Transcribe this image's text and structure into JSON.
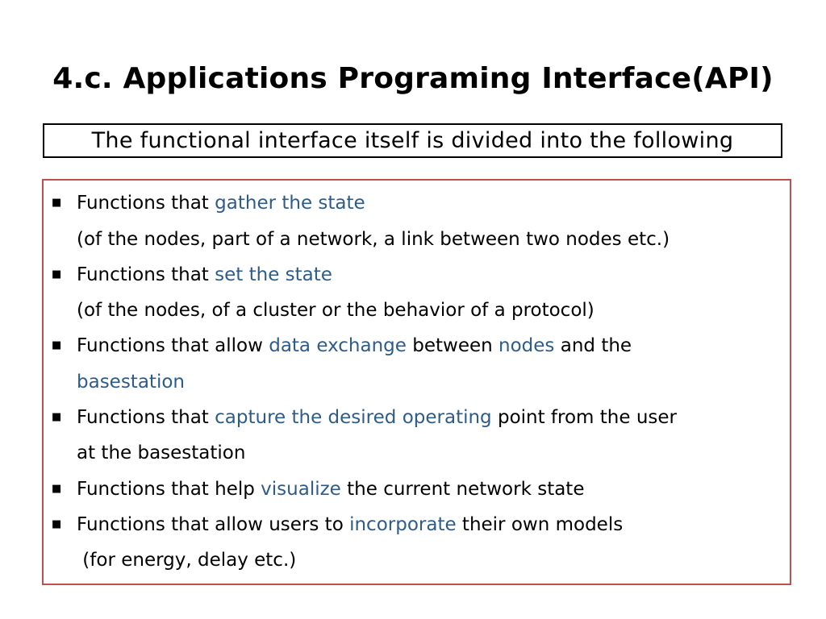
{
  "slide": {
    "title": "4.c. Applications Programing Interface(API)",
    "subtitle": "The functional interface itself is divided into the following"
  },
  "bullet_glyph": "■",
  "items": [
    {
      "prefix": "Functions that ",
      "hl1": "gather the state"
    },
    {
      "sub": "(of the nodes, part of a network, a link between two nodes etc.)"
    },
    {
      "prefix": "Functions that ",
      "hl1": "set the state"
    },
    {
      "sub": "(of the nodes, of a cluster or the behavior of a protocol)"
    },
    {
      "prefix": "Functions that allow ",
      "hl1": "data exchange",
      "mid": " between ",
      "hl2": "nodes",
      "suffix": " and the"
    },
    {
      "hl1": "basestation"
    },
    {
      "prefix": "Functions that ",
      "hl1": "capture the desired operating",
      "suffix": " point from the user"
    },
    {
      "sub": "at the basestation"
    },
    {
      "prefix": "Functions that help ",
      "hl1": "visualize",
      "suffix": " the current network state"
    },
    {
      "prefix": "Functions that allow users to ",
      "hl1": "incorporate",
      "suffix": " their own models"
    },
    {
      "sub": " (for energy, delay etc.)"
    }
  ],
  "colors": {
    "highlight": "#2e5c8a",
    "content_border": "#c0504d",
    "subtitle_border": "#000000"
  }
}
